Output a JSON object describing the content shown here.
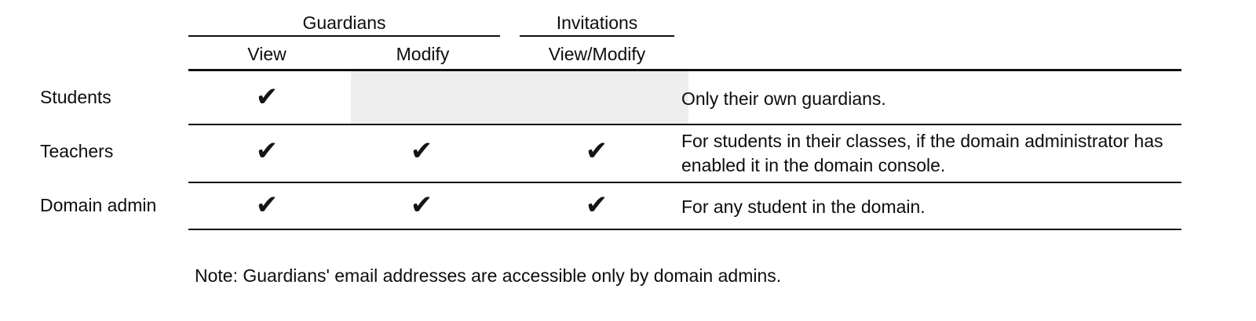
{
  "table": {
    "group_headers": [
      {
        "label": "Guardians",
        "spans": [
          "View",
          "Modify"
        ]
      },
      {
        "label": "Invitations",
        "spans": [
          "View/Modify"
        ]
      }
    ],
    "column_headers": [
      {
        "label": ""
      },
      {
        "label": "View"
      },
      {
        "label": "Modify"
      },
      {
        "label": "View/Modify"
      },
      {
        "label": ""
      }
    ],
    "rows": [
      {
        "label": "Students",
        "guardians_view": "check",
        "guardians_modify": "disabled",
        "invitations_view_modify": "disabled",
        "description": "Only their own guardians."
      },
      {
        "label": "Teachers",
        "guardians_view": "check",
        "guardians_modify": "check",
        "invitations_view_modify": "check",
        "description": "For students in their classes, if the domain administrator has enabled it in the domain console."
      },
      {
        "label": "Domain admin",
        "guardians_view": "check",
        "guardians_modify": "check",
        "invitations_view_modify": "check",
        "description": "For any student in the domain."
      }
    ],
    "check_glyph": "✔",
    "note": "Note: Guardians' email addresses are accessible only by domain admins."
  },
  "colors": {
    "text": "#0d0d0d",
    "rule": "#101010",
    "shaded_cell": "#eeeeee",
    "background": "#ffffff"
  }
}
